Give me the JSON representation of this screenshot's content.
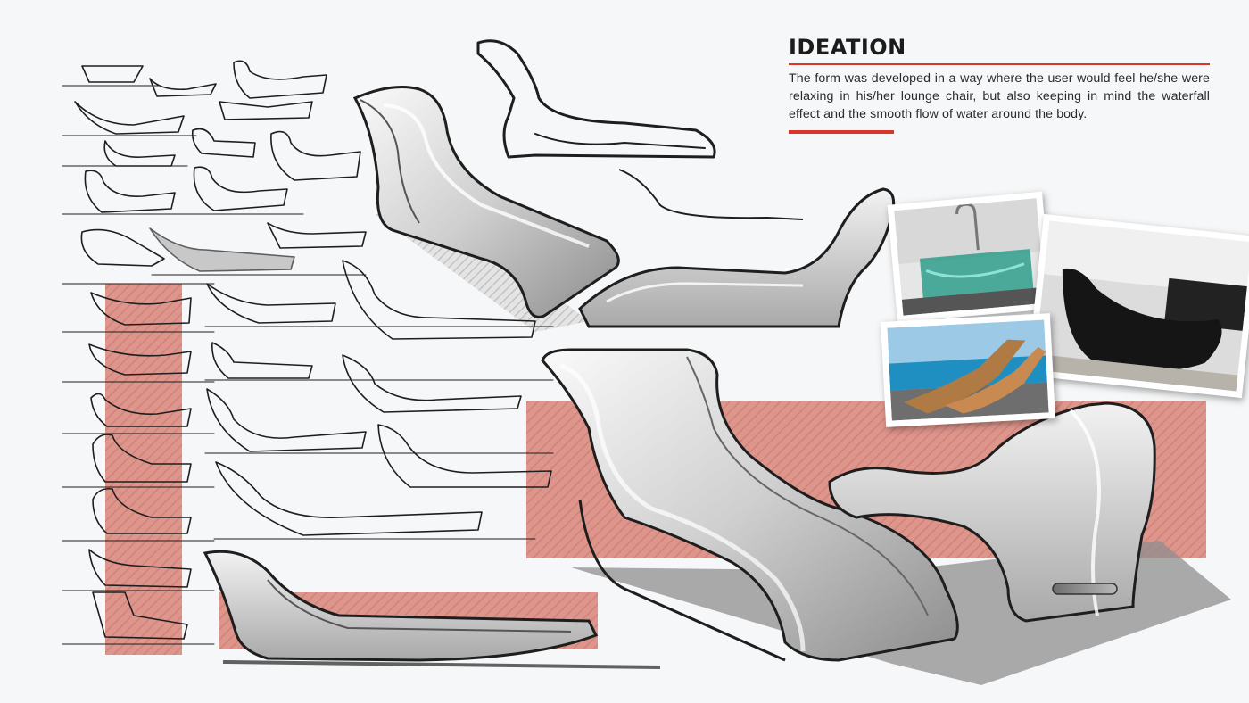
{
  "header": {
    "title": "IDEATION",
    "description": "The form was developed in a way where the user would feel he/she were relaxing in his/her lounge chair, but also keeping in mind the waterfall effect and the smooth flow of water around the body."
  },
  "colors": {
    "accent_red": "#d9362b",
    "marker_pink": "#d98479",
    "sketch_ink": "#1e1e1e",
    "render_grey": "#9a9a9a"
  },
  "photos": [
    {
      "subject": "glass-bathtub-with-faucet"
    },
    {
      "subject": "wooden-lounge-chairs-by-pool"
    },
    {
      "subject": "black-freestanding-bathtub"
    }
  ]
}
